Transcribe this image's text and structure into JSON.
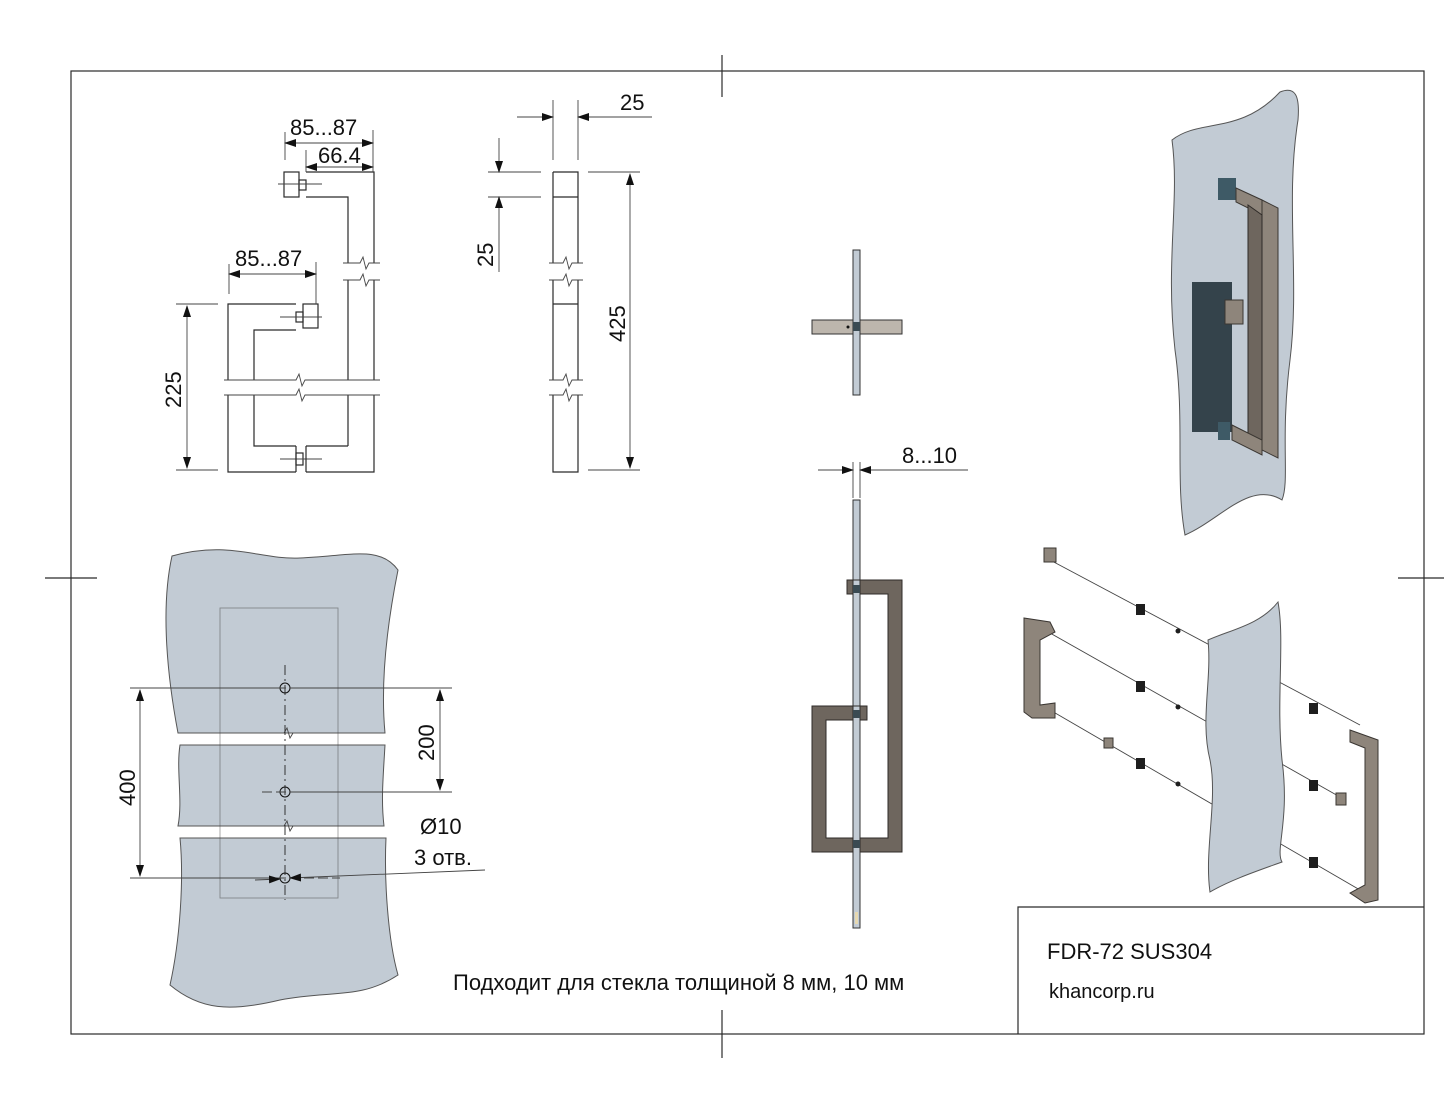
{
  "drawing": {
    "product_code": "FDR-72 SUS304",
    "website": "khancorp.ru",
    "note": "Подходит для стекла толщиной 8 мм, 10 мм"
  },
  "front_view": {
    "dim_offset_top": "85...87",
    "dim_inner_top": "66.4",
    "dim_offset_bottom": "85...87",
    "dim_height": "225"
  },
  "side_view": {
    "dim_width": "25",
    "dim_depth": "25",
    "dim_length": "425"
  },
  "section_view": {
    "dim_glass_thickness": "8...10"
  },
  "glass_drilling": {
    "dim_total": "400",
    "dim_spacing": "200",
    "hole_diameter": "Ø10",
    "hole_count": "3 отв."
  },
  "colors": {
    "glass": "#c2cbd4",
    "metal": "#8e857b",
    "line": "#2a2a2a"
  }
}
